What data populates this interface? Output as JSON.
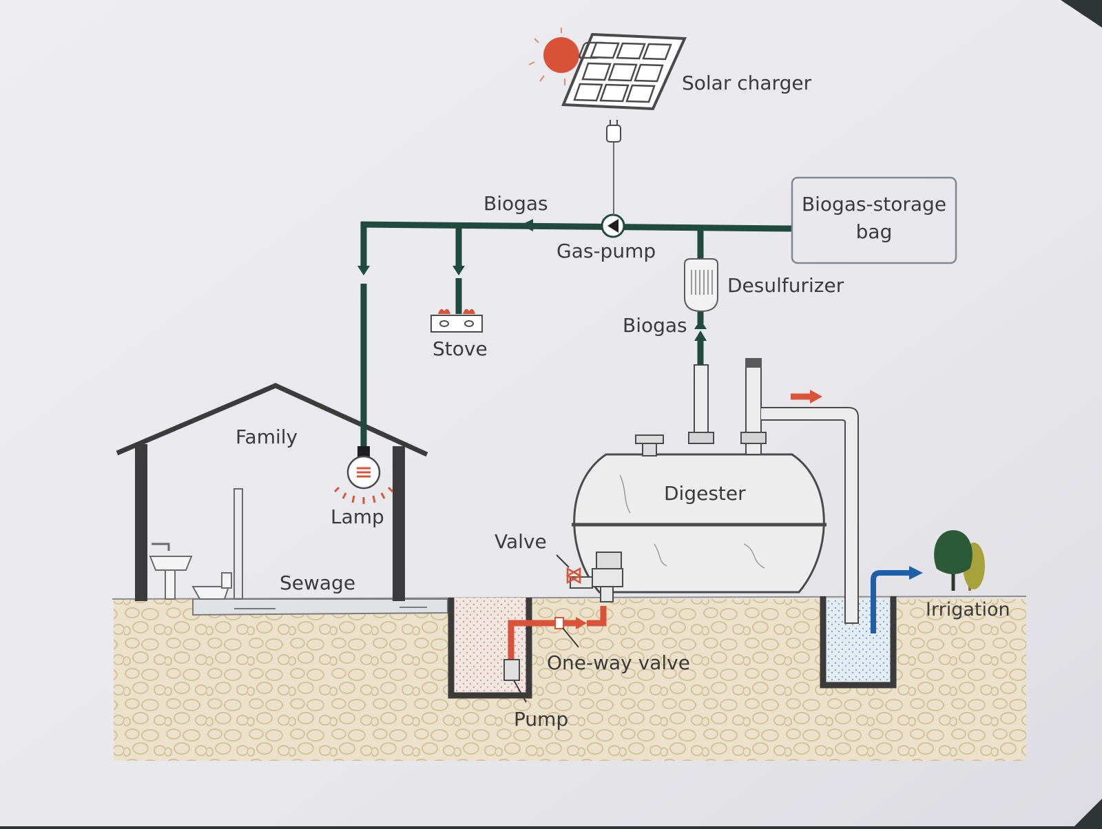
{
  "diagram": {
    "labels": {
      "solar_charger": "Solar charger",
      "biogas_top": "Biogas",
      "gas_pump": "Gas-pump",
      "storage_bag_line1": "Biogas-storage",
      "storage_bag_line2": "bag",
      "desulfurizer": "Desulfurizer",
      "biogas_side": "Biogas",
      "stove": "Stove",
      "family": "Family",
      "lamp": "Lamp",
      "digester": "Digester",
      "valve": "Valve",
      "sewage": "Sewage",
      "one_way_valve": "One-way valve",
      "pump": "Pump",
      "irrigation": "Irrigation"
    },
    "colors": {
      "gas_pipe": "#1f4a3c",
      "hot_accent": "#d94a2e",
      "water_flow": "#1f5fa8",
      "outline": "#4a4a4a",
      "wall": "#3b3b3b",
      "soil": "#e8dcc1",
      "tree_front": "#2d5a36",
      "tree_back": "#9a9a3a",
      "paper": "#e9e9ee"
    }
  }
}
